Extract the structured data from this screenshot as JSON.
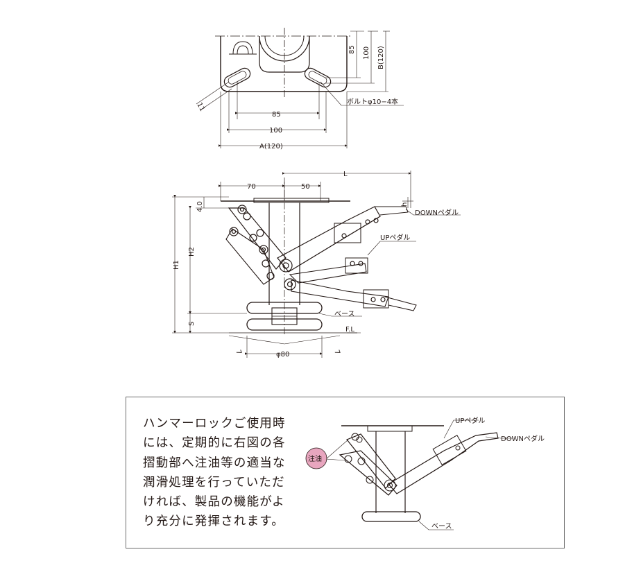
{
  "top_view": {
    "dim_85": "85",
    "dim_100": "100",
    "dim_A": "A(120)",
    "dim_v85": "85",
    "dim_v100": "100",
    "dim_vB": "B(120)",
    "bolt_label": "ボルトφ10−4本",
    "slot_dim": "11"
  },
  "side_view": {
    "dim_70": "70",
    "dim_50": "50",
    "dim_L": "L",
    "dim_h": "h",
    "dim_40": "4.0",
    "dim_H1": "H1",
    "dim_H2": "H2",
    "dim_S": "S",
    "dim_FL": "F.L",
    "dim_phi80": "φ80",
    "dim_7a": "7",
    "dim_7b": "7",
    "down_pedal": "DOWNペダル",
    "up_pedal": "UPペダル",
    "base": "ベース"
  },
  "note": {
    "lines": [
      "ハンマーロックご使用時",
      "には、定期的に右図の各",
      "摺動部へ注油等の適当な",
      "潤滑処理を行っていただ",
      "ければ、製品の機能がよ",
      "り充分に発揮されます。"
    ],
    "oil_badge": "注油",
    "up_pedal": "UPペダル",
    "down_pedal": "DOWNペダル",
    "base": "ベース"
  },
  "colors": {
    "line": "#231815",
    "badge": "#e8a6bf",
    "gray": "#8a8a8a"
  }
}
